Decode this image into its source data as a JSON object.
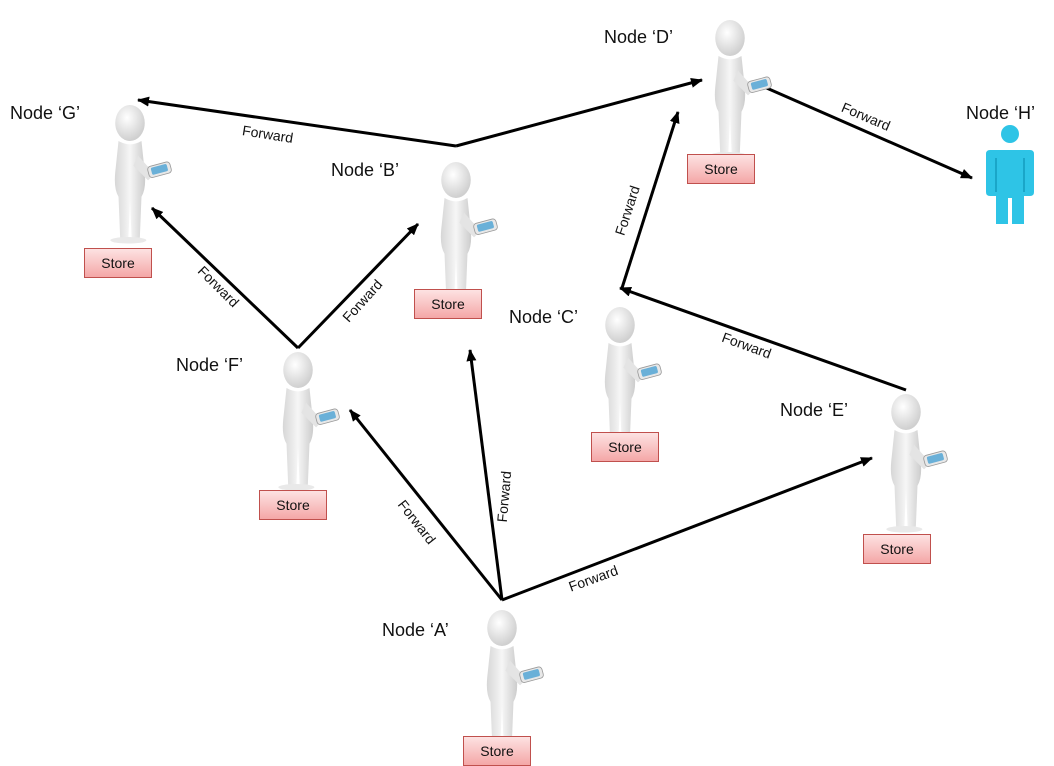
{
  "colors": {
    "person": "#f2f2f2",
    "person_shade": "#cfcfcf",
    "target": "#2ec4e6",
    "phone": "#6ab0d8",
    "store_border": "#c0504d",
    "arrow": "#000000"
  },
  "nodes": {
    "A": {
      "label": "Node ‘A’",
      "store": "Store",
      "icon": "person-with-phone-icon"
    },
    "B": {
      "label": "Node ‘B’",
      "store": "Store",
      "icon": "person-with-phone-icon"
    },
    "C": {
      "label": "Node ‘C’",
      "store": "Store",
      "icon": "person-with-phone-icon"
    },
    "D": {
      "label": "Node ‘D’",
      "store": "Store",
      "icon": "person-with-phone-icon"
    },
    "E": {
      "label": "Node ‘E’",
      "store": "Store",
      "icon": "person-with-phone-icon"
    },
    "F": {
      "label": "Node ‘F’",
      "store": "Store",
      "icon": "person-with-phone-icon"
    },
    "G": {
      "label": "Node ‘G’",
      "store": "Store",
      "icon": "person-with-phone-icon"
    },
    "H": {
      "label": "Node ‘H’",
      "icon": "destination-person-icon"
    }
  },
  "edges": [
    {
      "from": "A",
      "to": "F",
      "label": "Forward"
    },
    {
      "from": "A",
      "to": "B",
      "label": "Forward"
    },
    {
      "from": "A",
      "to": "E",
      "label": "Forward"
    },
    {
      "from": "F",
      "to": "G",
      "label": "Forward"
    },
    {
      "from": "F",
      "to": "B",
      "label": "Forward"
    },
    {
      "from": "B",
      "to": "G",
      "label": "Forward"
    },
    {
      "from": "B",
      "to": "D",
      "label": ""
    },
    {
      "from": "C",
      "to": "D",
      "label": "Forward"
    },
    {
      "from": "E",
      "to": "C",
      "label": "Forward"
    },
    {
      "from": "D",
      "to": "H",
      "label": "Forward"
    }
  ]
}
